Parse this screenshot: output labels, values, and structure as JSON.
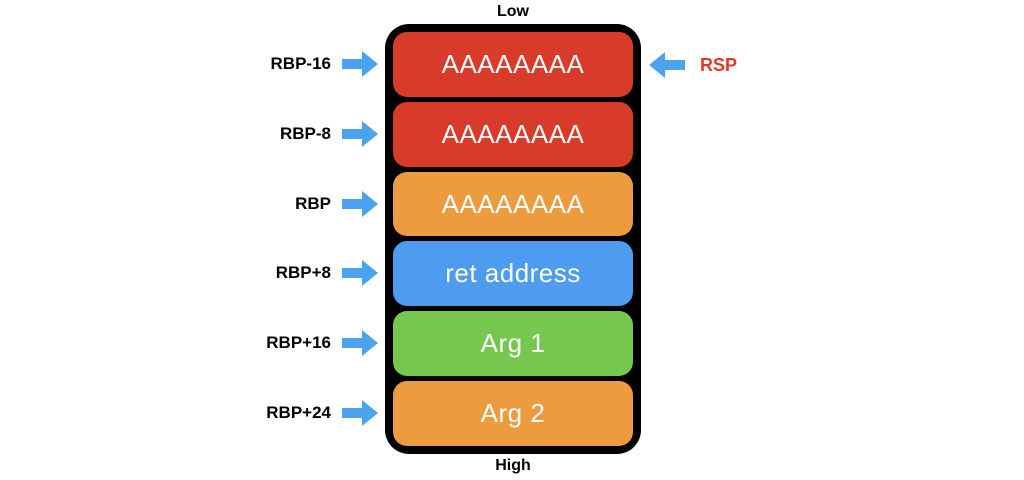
{
  "labels": {
    "low": "Low",
    "high": "High"
  },
  "stack": {
    "rows": [
      {
        "label": "RBP-16",
        "value": "AAAAAAAA",
        "color": "#D93B2B"
      },
      {
        "label": "RBP-8",
        "value": "AAAAAAAA",
        "color": "#D93B2B"
      },
      {
        "label": "RBP",
        "value": "AAAAAAAA",
        "color": "#EC9B3E"
      },
      {
        "label": "RBP+8",
        "value": "ret address",
        "color": "#4D9CEF"
      },
      {
        "label": "RBP+16",
        "value": "Arg 1",
        "color": "#76C74E"
      },
      {
        "label": "RBP+24",
        "value": "Arg 2",
        "color": "#EC9B3E"
      }
    ]
  },
  "rsp_pointer": {
    "label": "RSP"
  },
  "colors": {
    "arrow_blue": "#4BA2EE",
    "rsp_red": "#DC392B",
    "frame_black": "#000000",
    "box_text_white": "#FFFFFF"
  }
}
